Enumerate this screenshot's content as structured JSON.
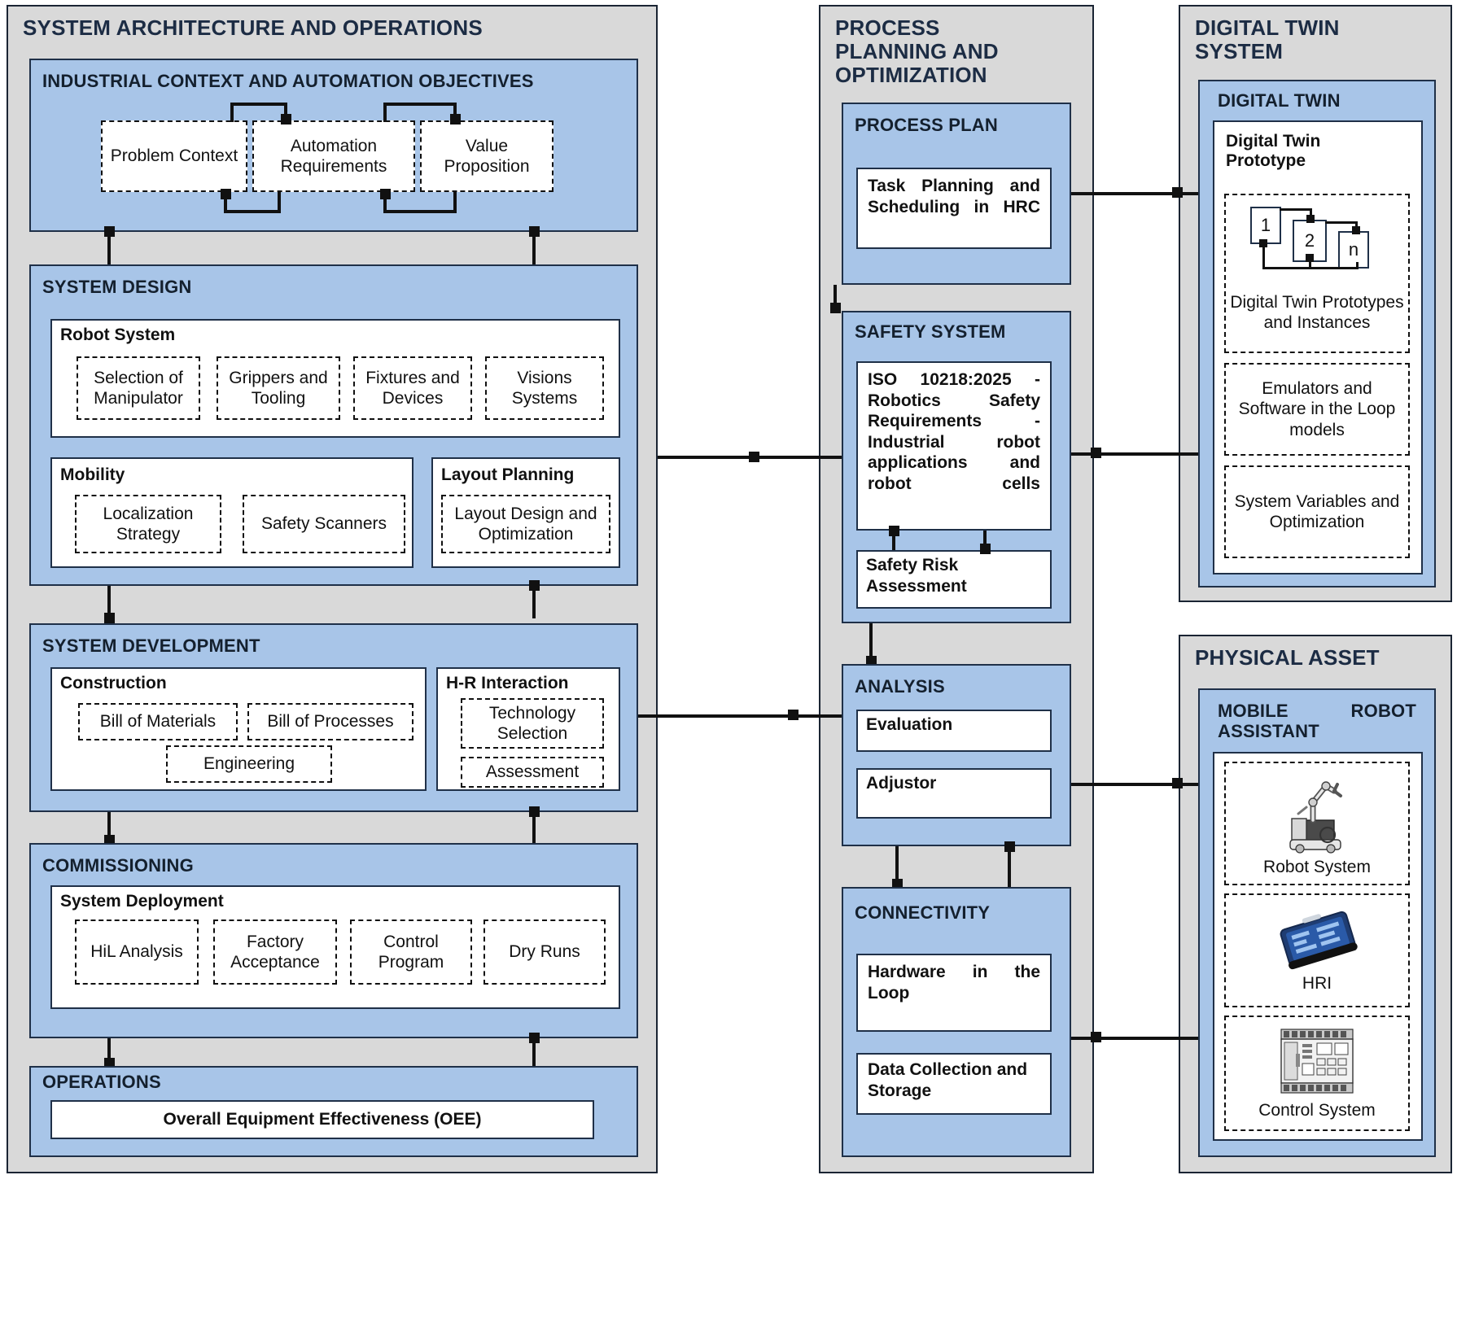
{
  "columns": {
    "left_title": "SYSTEM ARCHITECTURE AND OPERATIONS",
    "mid_title": "PROCESS PLANNING AND OPTIMIZATION",
    "right_top_title": "DIGITAL TWIN SYSTEM",
    "right_bottom_title": "PHYSICAL ASSET"
  },
  "industrial_context": {
    "title": "INDUSTRIAL CONTEXT AND AUTOMATION OBJECTIVES",
    "items": [
      {
        "label": "Problem Context"
      },
      {
        "label": "Automation Requirements"
      },
      {
        "label": "Value Proposition"
      }
    ]
  },
  "system_design": {
    "title": "SYSTEM DESIGN",
    "robot_system": {
      "title": "Robot System",
      "items": [
        {
          "label": "Selection of Manipulator"
        },
        {
          "label": "Grippers and Tooling"
        },
        {
          "label": "Fixtures and Devices"
        },
        {
          "label": "Visions Systems"
        }
      ]
    },
    "mobility": {
      "title": "Mobility",
      "items": [
        {
          "label": "Localization Strategy"
        },
        {
          "label": "Safety Scanners"
        }
      ]
    },
    "layout_planning": {
      "title": "Layout Planning",
      "items": [
        {
          "label": "Layout Design and Optimization"
        }
      ]
    }
  },
  "system_development": {
    "title": "SYSTEM DEVELOPMENT",
    "construction": {
      "title": "Construction",
      "items": [
        {
          "label": "Bill of Materials"
        },
        {
          "label": "Bill of Processes"
        },
        {
          "label": "Engineering"
        }
      ]
    },
    "hr_interaction": {
      "title": "H-R Interaction",
      "items": [
        {
          "label": "Technology Selection"
        },
        {
          "label": "Assessment"
        }
      ]
    }
  },
  "commissioning": {
    "title": "COMMISSIONING",
    "system_deployment": {
      "title": "System Deployment",
      "items": [
        {
          "label": "HiL Analysis"
        },
        {
          "label": "Factory Acceptance"
        },
        {
          "label": "Control Program"
        },
        {
          "label": "Dry Runs"
        }
      ]
    }
  },
  "operations": {
    "title": "OPERATIONS",
    "item": "Overall Equipment Effectiveness (OEE)"
  },
  "process_plan": {
    "title": "PROCESS PLAN",
    "item": "Task Planning and Scheduling in HRC"
  },
  "safety_system": {
    "title": "SAFETY SYSTEM",
    "standard": "ISO 10218:2025 - Robotics Safety Requirements -Industrial robot applications and robot cells",
    "risk": "Safety Risk Assessment"
  },
  "analysis": {
    "title": "ANALYSIS",
    "items": [
      {
        "label": "Evaluation"
      },
      {
        "label": "Adjustor"
      }
    ]
  },
  "connectivity": {
    "title": "CONNECTIVITY",
    "items": [
      {
        "label": "Hardware in the Loop"
      },
      {
        "label": "Data Collection and Storage"
      }
    ]
  },
  "digital_twin": {
    "title": "DIGITAL TWIN",
    "prototype_title": "Digital Twin Prototype",
    "instance_nodes": [
      "1",
      "2",
      "n"
    ],
    "items": [
      {
        "label": "Digital Twin Prototypes and Instances"
      },
      {
        "label": "Emulators and Software in the Loop models"
      },
      {
        "label": "System Variables and Optimization"
      }
    ]
  },
  "physical_asset": {
    "title": "MOBILE ROBOT ASSISTANT",
    "items": [
      {
        "label": "Robot System",
        "icon": "robot-arm-icon"
      },
      {
        "label": "HRI",
        "icon": "tablet-icon"
      },
      {
        "label": "Control System",
        "icon": "plc-icon"
      }
    ]
  },
  "colors": {
    "panel_grey": "#d9d9d9",
    "section_blue": "#a8c5e8",
    "leaf_white": "#ffffff",
    "stroke": "#1f3048",
    "connector": "#111111"
  }
}
